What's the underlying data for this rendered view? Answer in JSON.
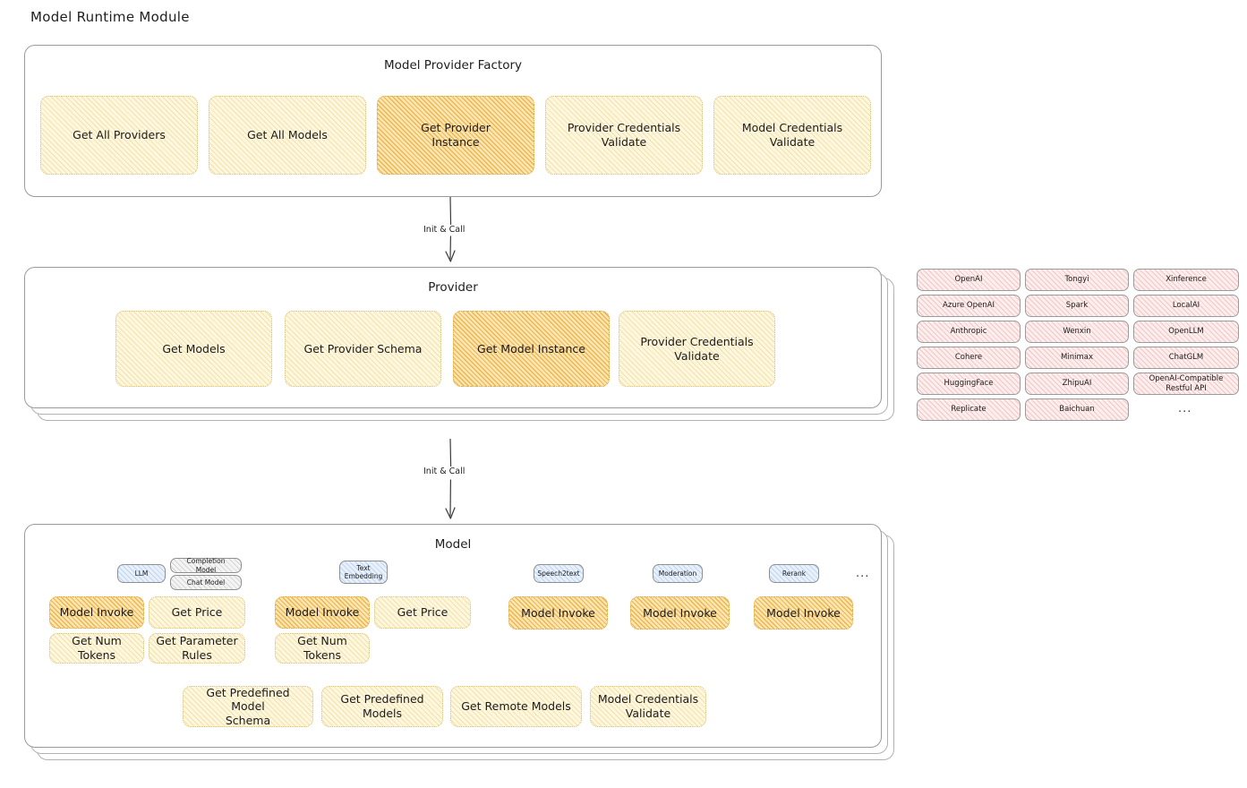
{
  "page": {
    "title": "Model Runtime Module"
  },
  "colors": {
    "node_light": "#fdf7e0",
    "node_highlight": "#fbe6b4",
    "provider_chip": "#fdeeee",
    "model_type_chip": "#e8f1fb",
    "sub_type_chip": "#f4f4f4",
    "panel_border": "#9a9a9a"
  },
  "factory": {
    "title": "Model Provider Factory",
    "nodes": [
      {
        "label": "Get All Providers",
        "highlight": false
      },
      {
        "label": "Get All Models",
        "highlight": false
      },
      {
        "label": "Get Provider\nInstance",
        "highlight": true
      },
      {
        "label": "Provider Credentials\nValidate",
        "highlight": false
      },
      {
        "label": "Model Credentials\nValidate",
        "highlight": false
      }
    ]
  },
  "arrow1": {
    "label": "Init & Call"
  },
  "provider": {
    "title": "Provider",
    "nodes": [
      {
        "label": "Get Models",
        "highlight": false
      },
      {
        "label": "Get Provider Schema",
        "highlight": false
      },
      {
        "label": "Get Model Instance",
        "highlight": true
      },
      {
        "label": "Provider Credentials\nValidate",
        "highlight": false
      }
    ]
  },
  "provider_list": {
    "columns": [
      [
        "OpenAI",
        "Azure OpenAI",
        "Anthropic",
        "Cohere",
        "HuggingFace",
        "Replicate"
      ],
      [
        "Tongyi",
        "Spark",
        "Wenxin",
        "Minimax",
        "ZhipuAI",
        "Baichuan"
      ],
      [
        "Xinference",
        "LocalAI",
        "OpenLLM",
        "ChatGLM",
        "OpenAI-Compatible Restful API"
      ]
    ],
    "more": "..."
  },
  "arrow2": {
    "label": "Init & Call"
  },
  "model": {
    "title": "Model",
    "more": "...",
    "types": [
      {
        "name": "LLM",
        "subtypes": [
          "Completion Model",
          "Chat Model"
        ],
        "ops_row1": [
          {
            "label": "Model Invoke",
            "highlight": true
          },
          {
            "label": "Get Price",
            "highlight": false
          }
        ],
        "ops_row2": [
          {
            "label": "Get Num Tokens",
            "highlight": false
          },
          {
            "label": "Get Parameter\nRules",
            "highlight": false
          }
        ]
      },
      {
        "name": "Text\nEmbedding",
        "subtypes": [],
        "ops_row1": [
          {
            "label": "Model Invoke",
            "highlight": true
          },
          {
            "label": "Get Price",
            "highlight": false
          }
        ],
        "ops_row2": [
          {
            "label": "Get Num Tokens",
            "highlight": false
          }
        ]
      },
      {
        "name": "Speech2text",
        "subtypes": [],
        "ops_row1": [
          {
            "label": "Model Invoke",
            "highlight": true
          }
        ],
        "ops_row2": []
      },
      {
        "name": "Moderation",
        "subtypes": [],
        "ops_row1": [
          {
            "label": "Model Invoke",
            "highlight": true
          }
        ],
        "ops_row2": []
      },
      {
        "name": "Rerank",
        "subtypes": [],
        "ops_row1": [
          {
            "label": "Model Invoke",
            "highlight": true
          }
        ],
        "ops_row2": []
      }
    ],
    "common_ops": [
      {
        "label": "Get Predefined Model\nSchema"
      },
      {
        "label": "Get Predefined\nModels"
      },
      {
        "label": "Get Remote Models"
      },
      {
        "label": "Model Credentials\nValidate"
      }
    ]
  }
}
